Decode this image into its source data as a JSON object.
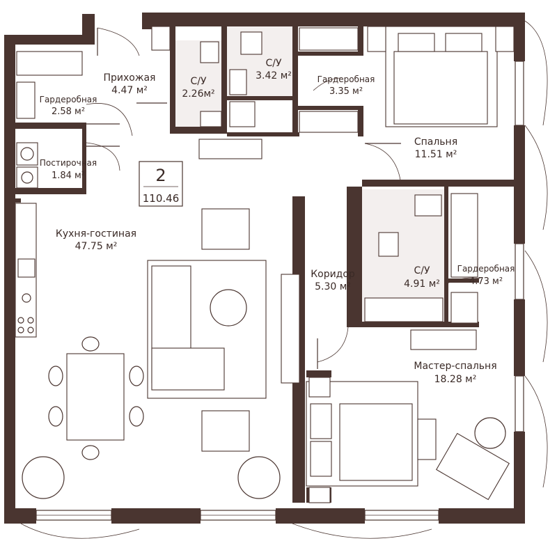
{
  "plan": {
    "summary": {
      "rooms_count": "2",
      "total_area": "110.46"
    },
    "rooms": {
      "hallway": {
        "name": "Прихожая",
        "area": "4.47 м²"
      },
      "wardrobe_left": {
        "name": "Гардеробная",
        "area": "2.58 м²"
      },
      "laundry": {
        "name": "Постирочная",
        "area": "1.84 м²"
      },
      "bath_small": {
        "name": "С/У",
        "area": "2.26м²"
      },
      "bath_mid": {
        "name": "С/У",
        "area": "3.42 м²"
      },
      "wardrobe_mid": {
        "name": "Гардеробная",
        "area": "3.35 м²"
      },
      "bedroom": {
        "name": "Спальня",
        "area": "11.51 м²"
      },
      "kitchen_living": {
        "name": "Кухня-гостиная",
        "area": "47.75 м²"
      },
      "corridor": {
        "name": "Коридор",
        "area": "5.30 м²"
      },
      "bath_master": {
        "name": "С/У",
        "area": "4.91 м²"
      },
      "wardrobe_master": {
        "name": "Гардеробная",
        "area": "4.73 м²"
      },
      "master_bedroom": {
        "name": "Мастер-спальня",
        "area": "18.28 м²"
      }
    }
  }
}
